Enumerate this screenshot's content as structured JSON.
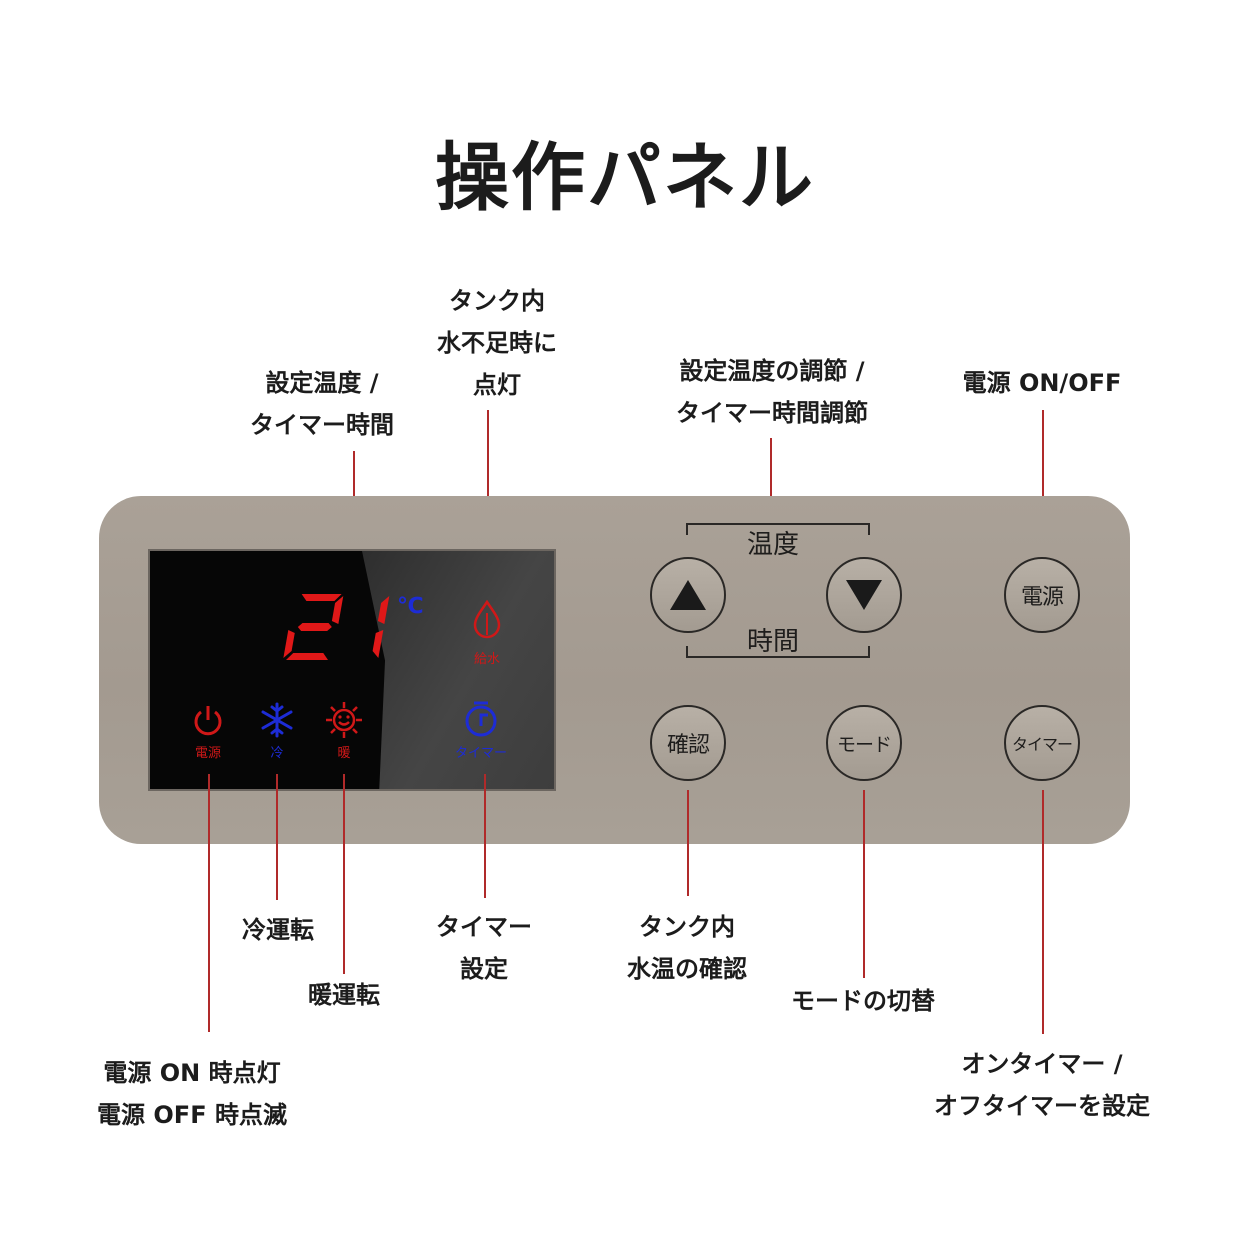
{
  "title": "操作パネル",
  "callouts": {
    "display": [
      "設定温度 /",
      "タイマー時間"
    ],
    "water_low": [
      "タンク内",
      "水不足時に",
      "点灯"
    ],
    "adjust": [
      "設定温度の調節 /",
      "タイマー時間調節"
    ],
    "power_btn": [
      "電源 ON/OFF"
    ],
    "cool": [
      "冷運転"
    ],
    "heat": [
      "暖運転"
    ],
    "power_lamp": [
      "電源 ON 時点灯",
      "電源 OFF 時点滅"
    ],
    "timer_set": [
      "タイマー",
      "設定"
    ],
    "check": [
      "タンク内",
      "水温の確認"
    ],
    "mode": [
      "モードの切替"
    ],
    "timer_btn": [
      "オンタイマー /",
      "オフタイマーを設定"
    ]
  },
  "display": {
    "temperature": "21",
    "unit": "℃",
    "indicators": {
      "water": "給水",
      "power": "電源",
      "cool": "冷",
      "heat": "暖",
      "timer": "タイマー"
    }
  },
  "buttons": {
    "temp_group_label": "温度",
    "time_group_label": "時間",
    "up": "▲",
    "down": "▼",
    "power": "電源",
    "confirm": "確認",
    "mode": "モード",
    "timer": "タイマー"
  },
  "colors": {
    "led_red": "#d01818",
    "led_blue": "#1d2cd6",
    "leader_line": "#b02a2a",
    "panel": "#a8a096"
  },
  "icons": [
    "power-icon",
    "snowflake-icon",
    "sun-icon",
    "water-drop-icon",
    "timer-icon",
    "up-triangle-icon",
    "down-triangle-icon"
  ]
}
